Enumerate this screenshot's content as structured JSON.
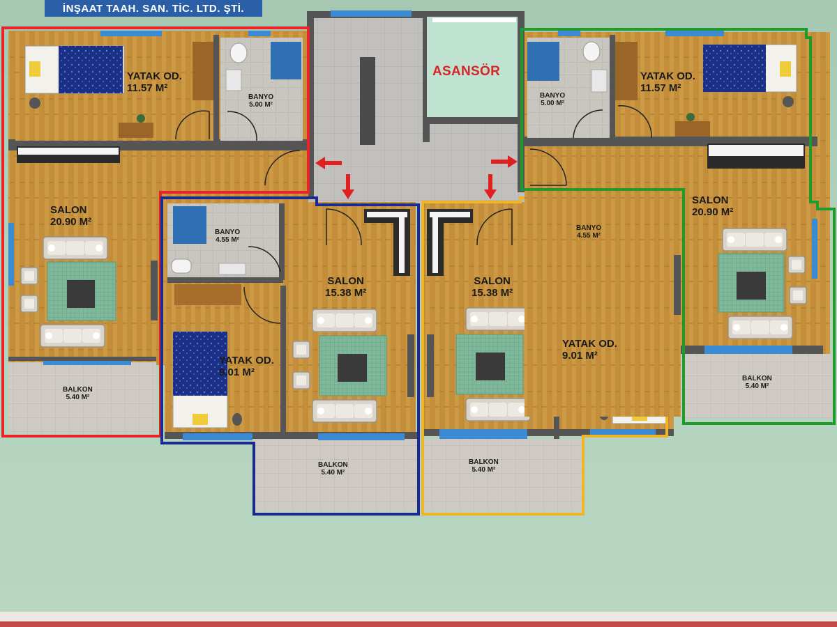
{
  "company": "İNŞAAT TAAH. SAN. TİC. LTD. ŞTİ.",
  "elevator_label": "ASANSÖR",
  "colors": {
    "red_unit": "#e8232a",
    "blue_unit": "#1b2a8f",
    "yellow_unit": "#f0b428",
    "green_unit": "#1f9a2c",
    "elevator_text": "#d8232a",
    "arrow": "#e02020",
    "wood_floor": "#c9953f",
    "window": "#3a8ad4"
  },
  "units": {
    "red": {
      "bedroom": {
        "name": "YATAK OD.",
        "area": "11.57 M²"
      },
      "bathroom": {
        "name": "BANYO",
        "area": "5.00 M²"
      },
      "living": {
        "name": "SALON",
        "area": "20.90 M²"
      },
      "balcony": {
        "name": "BALKON",
        "area": "5.40 M²"
      }
    },
    "blue": {
      "bathroom": {
        "name": "BANYO",
        "area": "4.55 M²"
      },
      "living": {
        "name": "SALON",
        "area": "15.38 M²"
      },
      "bedroom": {
        "name": "YATAK OD.",
        "area": "9.01 M²"
      },
      "balcony": {
        "name": "BALKON",
        "area": "5.40 M²"
      }
    },
    "yellow": {
      "living": {
        "name": "SALON",
        "area": "15.38 M²"
      },
      "bathroom": {
        "name": "BANYO",
        "area": "4.55 M²"
      },
      "bedroom": {
        "name": "YATAK OD.",
        "area": "9.01 M²"
      },
      "balcony": {
        "name": "BALKON",
        "area": "5.40 M²"
      }
    },
    "green": {
      "bathroom": {
        "name": "BANYO",
        "area": "5.00 M²"
      },
      "bedroom": {
        "name": "YATAK OD.",
        "area": "11.57 M²"
      },
      "living": {
        "name": "SALON",
        "area": "20.90 M²"
      },
      "balcony": {
        "name": "BALKON",
        "area": "5.40 M²"
      }
    }
  },
  "icons": [
    "arrow-left-icon",
    "arrow-right-icon",
    "arrow-down-icon",
    "bed-icon",
    "toilet-icon",
    "shower-icon",
    "sofa-icon",
    "rug-icon",
    "door-swing-icon"
  ]
}
